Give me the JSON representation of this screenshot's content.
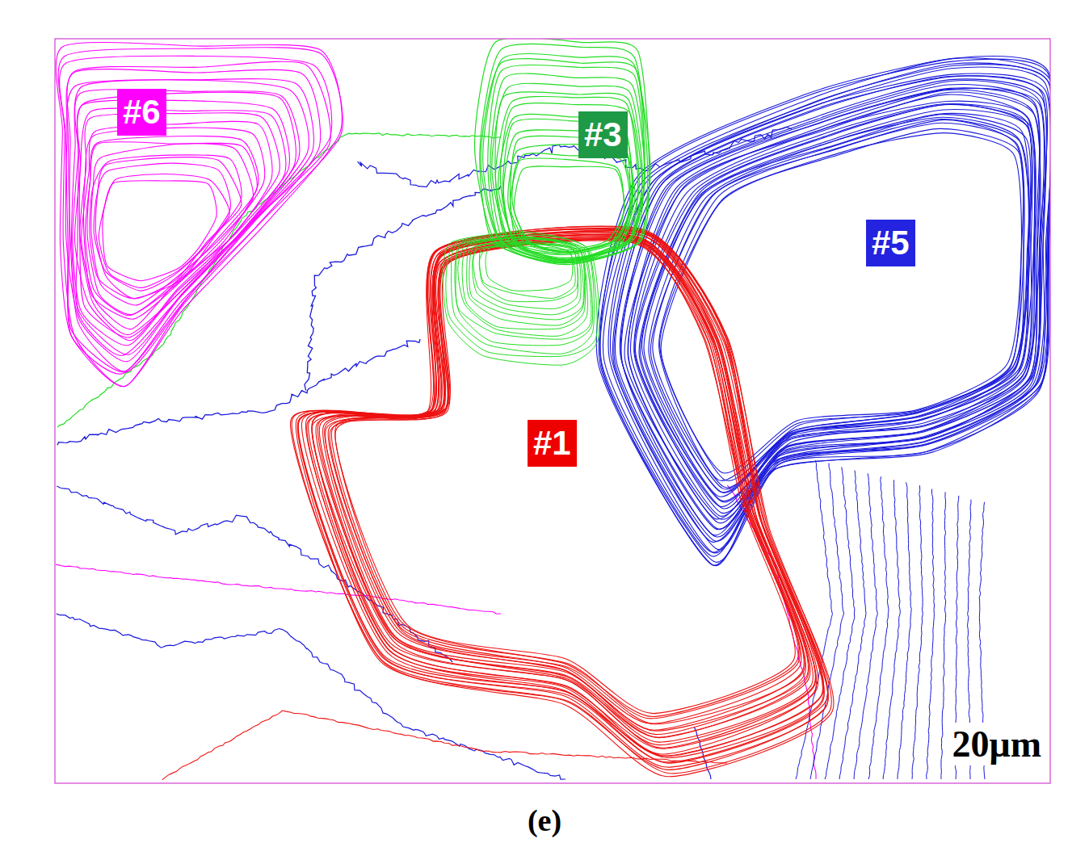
{
  "diagram": {
    "caption": "(e)",
    "nodes": [
      {
        "text": [
          "#6"
        ]
      },
      {
        "text": [
          "#3"
        ]
      },
      {
        "text": [
          "#5"
        ]
      },
      {
        "text": [
          "#1"
        ]
      }
    ],
    "labels": [
      "20μm"
    ]
  }
}
